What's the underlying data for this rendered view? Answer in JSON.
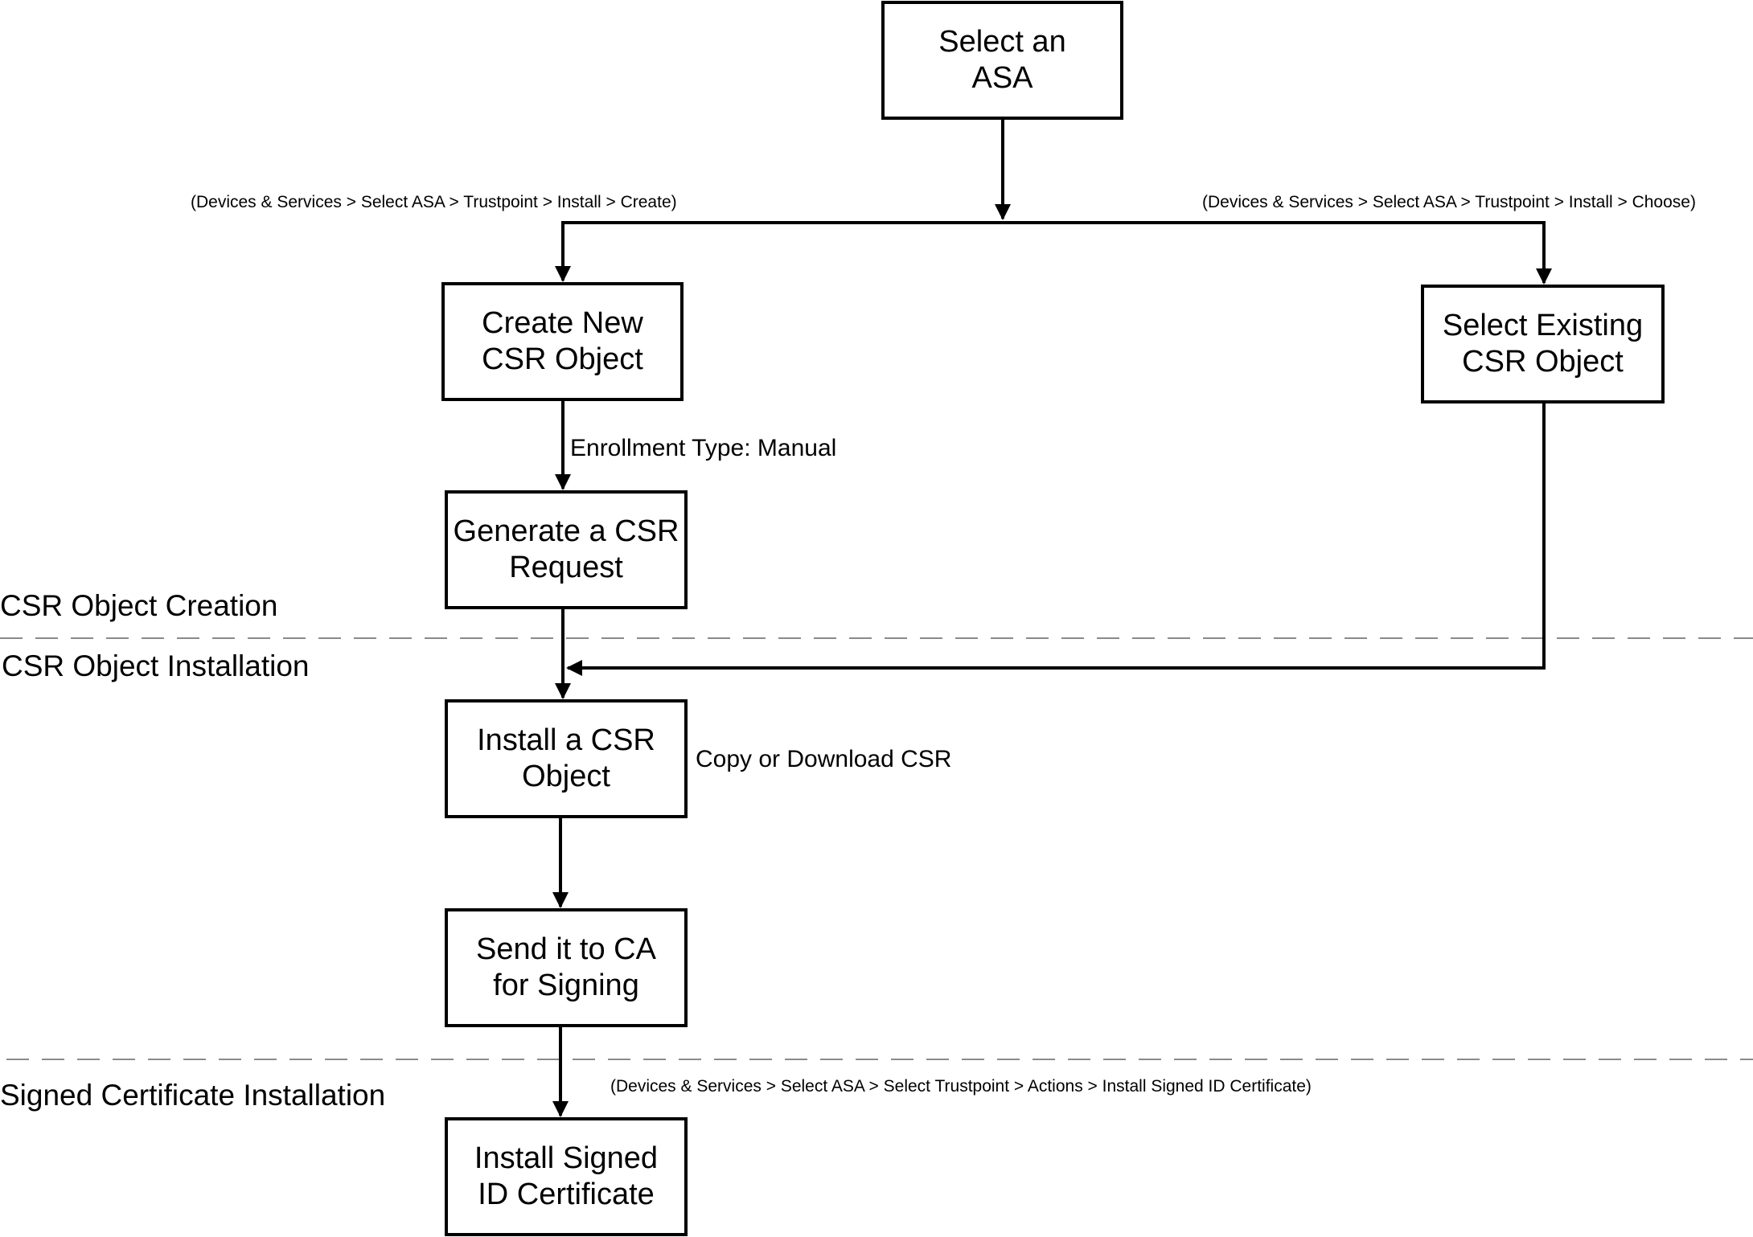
{
  "nodes": {
    "select_asa": "Select an\nASA",
    "create_new_csr": "Create New\nCSR Object",
    "select_existing_csr": "Select Existing\nCSR Object",
    "generate_csr": "Generate a CSR\nRequest",
    "install_csr": "Install a CSR\nObject",
    "send_to_ca": "Send it to CA\nfor Signing",
    "install_signed": "Install Signed\nID Certificate"
  },
  "edge_labels": {
    "create_path": "(Devices & Services > Select ASA > Trustpoint > Install > Create)",
    "choose_path": "(Devices & Services > Select ASA > Trustpoint > Install > Choose)",
    "enrollment_type": "Enrollment Type: Manual",
    "copy_download": "Copy or Download CSR",
    "signed_path": "(Devices & Services > Select ASA > Select Trustpoint > Actions > Install Signed ID Certificate)"
  },
  "sections": {
    "csr_creation": "CSR Object Creation",
    "csr_installation": "CSR Object Installation",
    "signed_installation": "Signed Certificate Installation"
  },
  "colors": {
    "stroke": "#000000",
    "divider": "#8a8a8a",
    "background": "#ffffff"
  }
}
